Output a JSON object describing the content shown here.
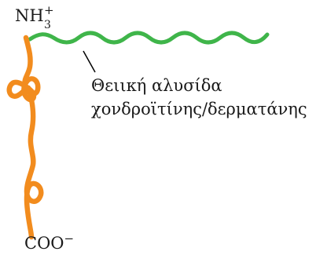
{
  "labels": {
    "n_terminus": {
      "main": "NH",
      "subscript": "3",
      "superscript": "+"
    },
    "c_terminus": {
      "main": "COO",
      "superscript": "−"
    },
    "chain_caption": {
      "line1": "Θειική αλυσίδα",
      "line2": "χονδροϊτίνης/δερματάνης"
    }
  },
  "colors": {
    "core_protein": "#f28c1e",
    "gag_chain": "#3fb54a",
    "text": "#1a1a1a",
    "leader_line": "#000000"
  }
}
